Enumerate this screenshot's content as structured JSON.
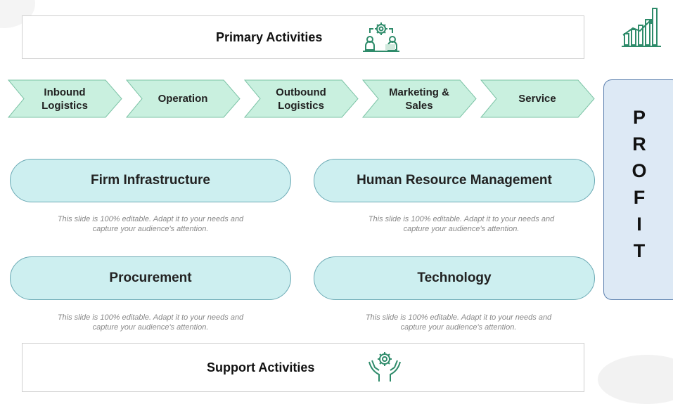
{
  "primary": {
    "title": "Primary Activities"
  },
  "support": {
    "title": "Support Activities"
  },
  "chevrons": [
    {
      "label": "Inbound\nLogistics"
    },
    {
      "label": "Operation"
    },
    {
      "label": "Outbound\nLogistics"
    },
    {
      "label": "Marketing &\nSales"
    },
    {
      "label": "Service"
    }
  ],
  "profit": {
    "text": "P\nR\nO\nF\nI\nT"
  },
  "pills": {
    "firm": "Firm Infrastructure",
    "hrm": "Human Resource Management",
    "procurement": "Procurement",
    "technology": "Technology"
  },
  "descriptions": {
    "firm": [
      "This slide is 100% editable. Adapt it to your needs and",
      "capture your audience's attention."
    ],
    "hrm": [
      "This slide is 100% editable. Adapt it to your needs and",
      "capture your audience's attention."
    ],
    "procurement": [
      "This slide is 100% editable. Adapt it to your needs and",
      "capture your audience's attention."
    ],
    "technology": [
      "This slide is 100% editable. Adapt it to your needs and",
      "capture your audience's attention."
    ]
  },
  "colors": {
    "chevron_fill": "#c9f0df",
    "chevron_stroke": "#7cc3a6",
    "pill_fill": "#cdeff0",
    "profit_fill": "#dde9f5",
    "icon_green": "#2e8b6a"
  },
  "icons": [
    "team-gear-icon",
    "hands-gear-icon",
    "bar-chart-growth-icon"
  ]
}
